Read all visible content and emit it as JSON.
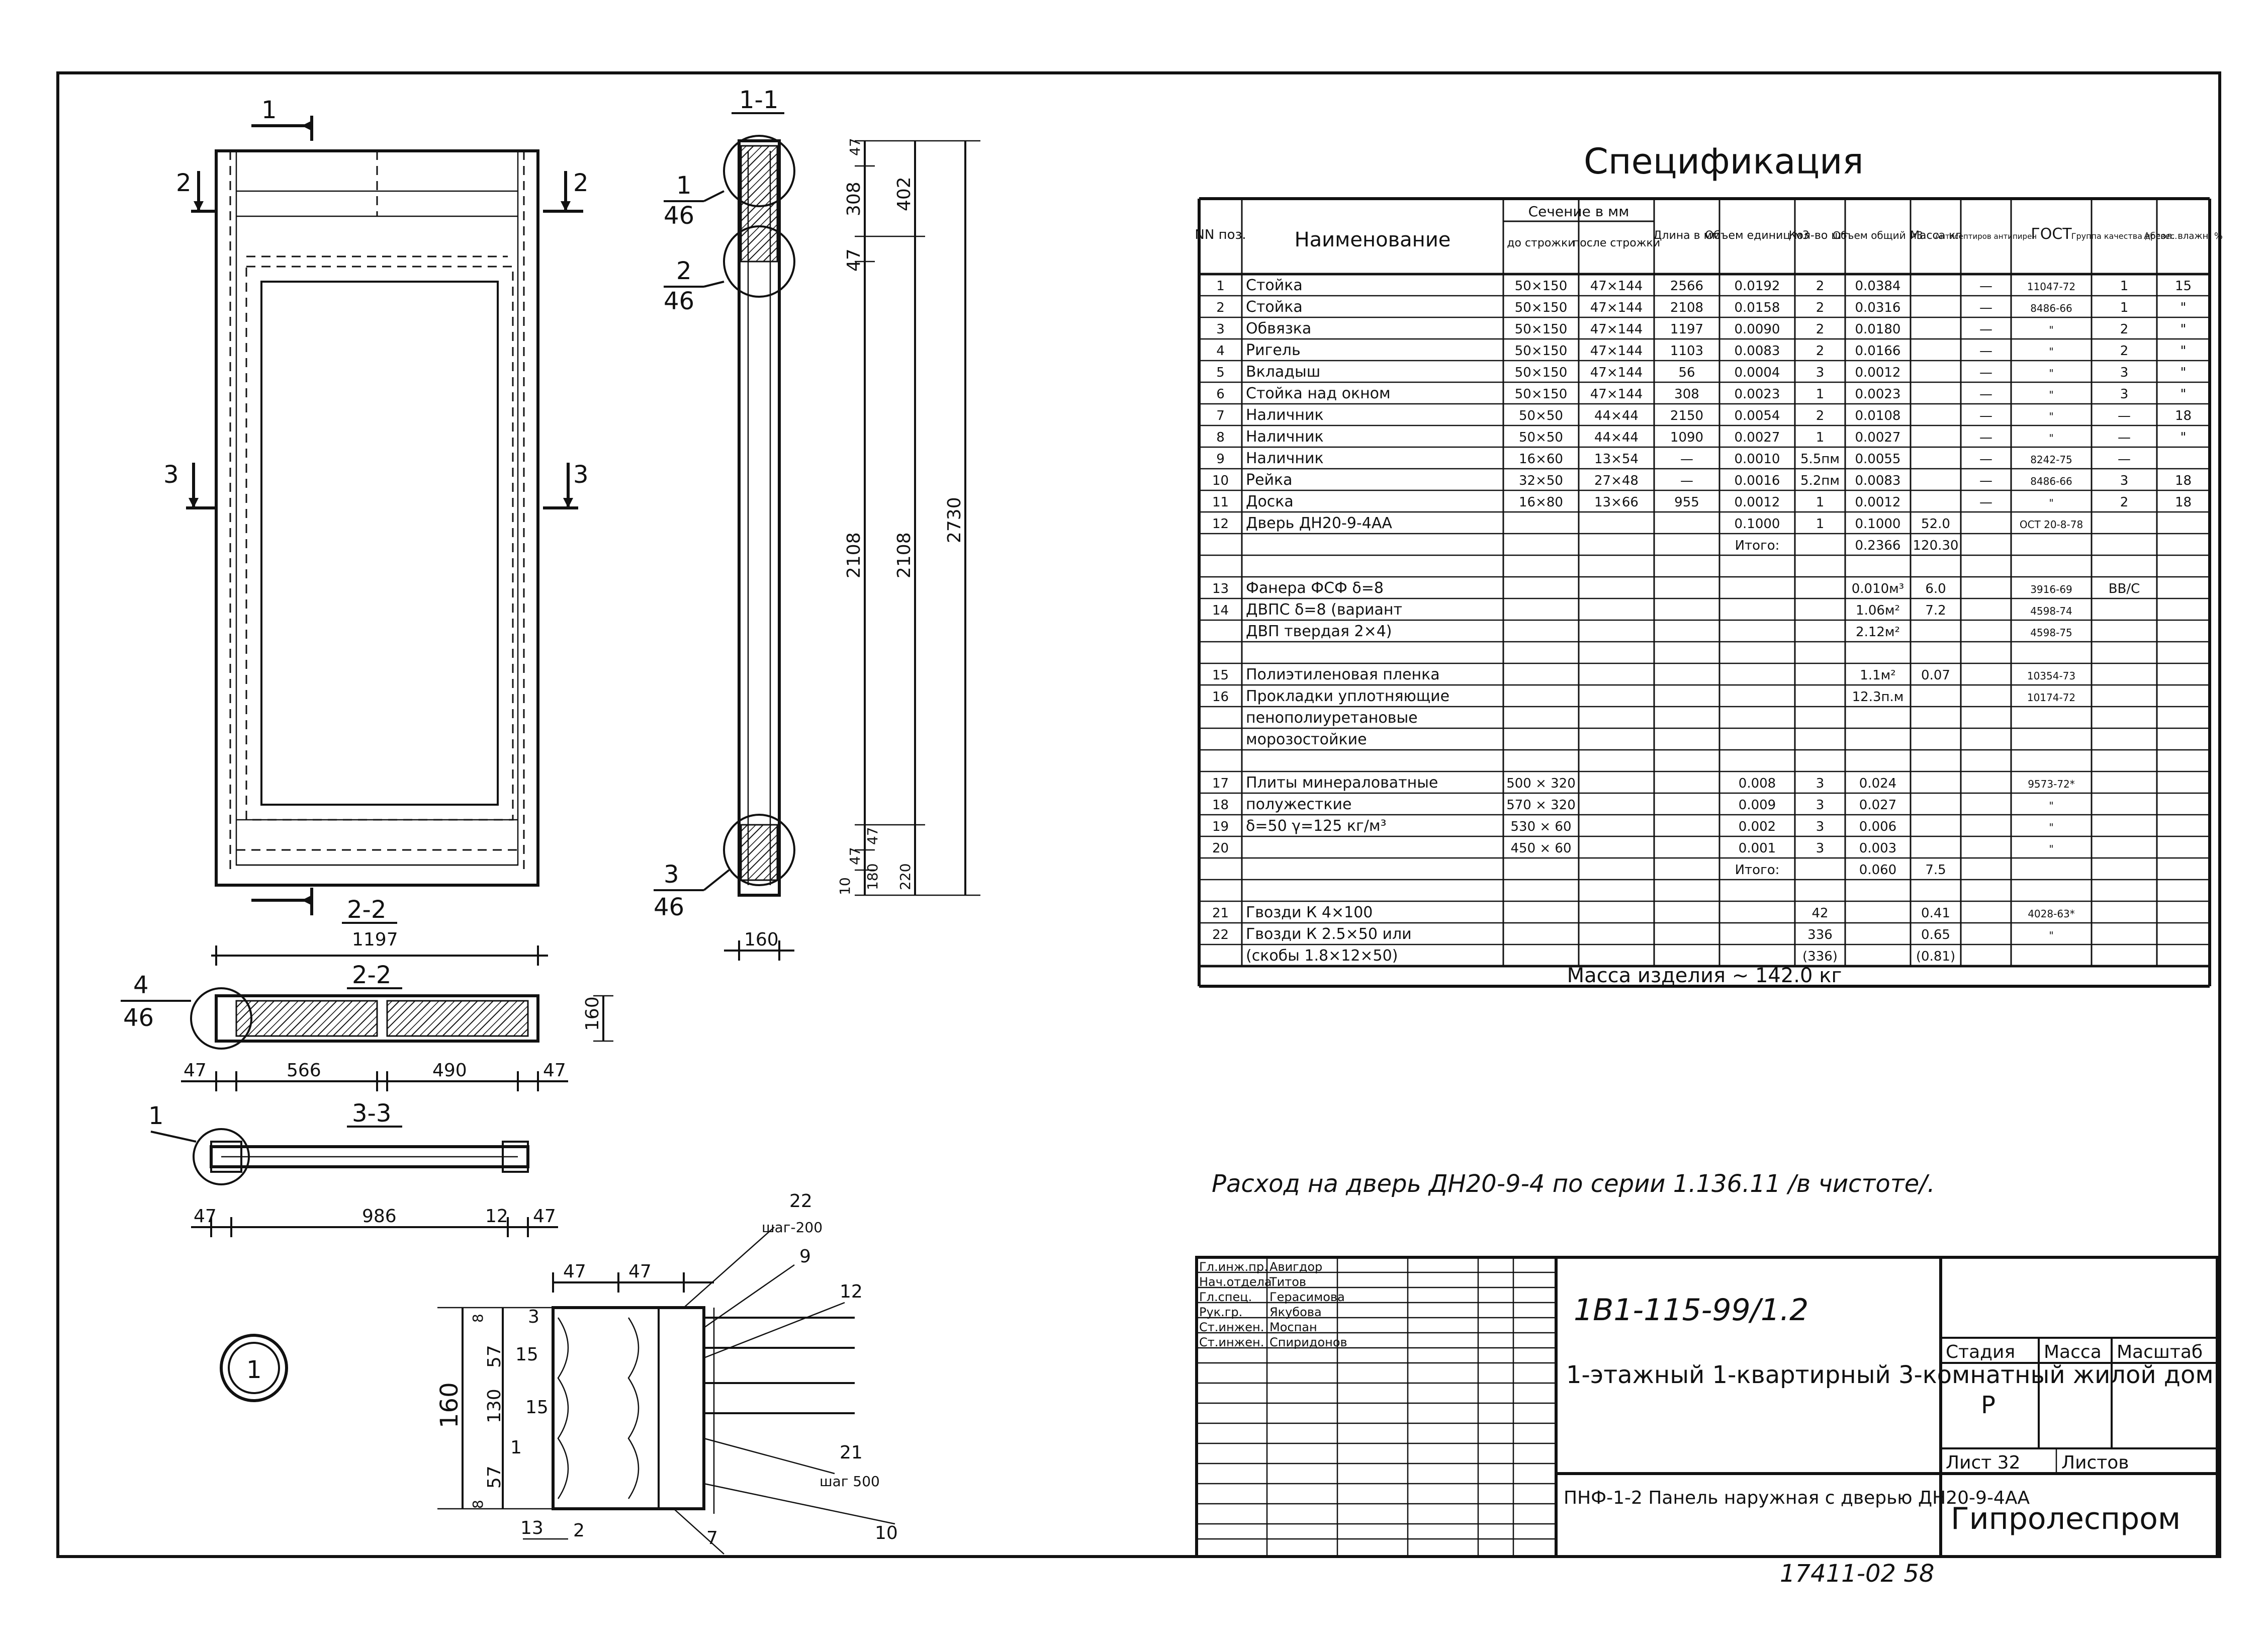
{
  "drawing": {
    "elevation": {
      "section_markers": [
        {
          "num": "1",
          "label": "section-marker-1-top"
        },
        {
          "num": "2",
          "label": "section-marker-2-left"
        },
        {
          "num": "2",
          "label": "section-marker-2-right"
        },
        {
          "num": "3",
          "label": "section-marker-3-left"
        },
        {
          "num": "3",
          "label": "section-marker-3-right"
        }
      ]
    },
    "section_1_1": {
      "title": "1-1",
      "callouts": [
        {
          "num": "1",
          "sheet": "46"
        },
        {
          "num": "2",
          "sheet": "46"
        },
        {
          "num": "3",
          "sheet": "46"
        }
      ],
      "dims": [
        "47",
        "308",
        "47",
        "402",
        "2108",
        "2108",
        "2730",
        "47",
        "47",
        "10",
        "220",
        "180",
        "160"
      ]
    },
    "section_2_2": {
      "title": "2-2",
      "title2": "2-2",
      "callout": {
        "num": "4",
        "sheet": "46"
      },
      "dims": [
        "1197",
        "47",
        "566",
        "490",
        "47",
        "160"
      ]
    },
    "section_3_3": {
      "title": "3-3",
      "callout": {
        "num": "1"
      },
      "dims": [
        "47",
        "986",
        "12",
        "47"
      ]
    },
    "detail": {
      "number": "1",
      "labels": [
        "22",
        "шаг-200",
        "9",
        "12",
        "3",
        "15",
        "15",
        "1",
        "13",
        "2",
        "7",
        "10",
        "21",
        "шаг 500"
      ],
      "dims": [
        "47",
        "47",
        "8",
        "57",
        "130",
        "57",
        "8",
        "160"
      ]
    }
  },
  "specification": {
    "title": "Спецификация",
    "headers": {
      "num": "NN поз.",
      "name": "Наименование",
      "section": "Сечение в мм",
      "before": "до строжки",
      "after": "после строжки",
      "length": "Длина в мм",
      "vol_unit": "Объем единиц м3",
      "qty": "Кол-во шт.",
      "vol_total": "Объем общий м3",
      "mass": "Масса кг",
      "antisep": "Антисептиров антипирен",
      "gost": "ГОСТ",
      "quality": "Группа качества древес.",
      "moisture": "Абсол. влажн. %"
    },
    "rows": [
      [
        "1",
        "Стойка",
        "50×150",
        "47×144",
        "2566",
        "0.0192",
        "2",
        "0.0384",
        "",
        "—",
        "11047-72",
        "1",
        "15"
      ],
      [
        "2",
        "Стойка",
        "50×150",
        "47×144",
        "2108",
        "0.0158",
        "2",
        "0.0316",
        "",
        "—",
        "8486-66",
        "1",
        "\""
      ],
      [
        "3",
        "Обвязка",
        "50×150",
        "47×144",
        "1197",
        "0.0090",
        "2",
        "0.0180",
        "",
        "—",
        "\"",
        "2",
        "\""
      ],
      [
        "4",
        "Ригель",
        "50×150",
        "47×144",
        "1103",
        "0.0083",
        "2",
        "0.0166",
        "",
        "—",
        "\"",
        "2",
        "\""
      ],
      [
        "5",
        "Вкладыш",
        "50×150",
        "47×144",
        "56",
        "0.0004",
        "3",
        "0.0012",
        "",
        "—",
        "\"",
        "3",
        "\""
      ],
      [
        "6",
        "Стойка над окном",
        "50×150",
        "47×144",
        "308",
        "0.0023",
        "1",
        "0.0023",
        "",
        "—",
        "\"",
        "3",
        "\""
      ],
      [
        "7",
        "Наличник",
        "50×50",
        "44×44",
        "2150",
        "0.0054",
        "2",
        "0.0108",
        "",
        "—",
        "\"",
        "—",
        "18"
      ],
      [
        "8",
        "Наличник",
        "50×50",
        "44×44",
        "1090",
        "0.0027",
        "1",
        "0.0027",
        "",
        "—",
        "\"",
        "—",
        "\""
      ],
      [
        "9",
        "Наличник",
        "16×60",
        "13×54",
        "—",
        "0.0010",
        "5.5пм",
        "0.0055",
        "",
        "—",
        "8242-75",
        "—",
        ""
      ],
      [
        "10",
        "Рейка",
        "32×50",
        "27×48",
        "—",
        "0.0016",
        "5.2пм",
        "0.0083",
        "",
        "—",
        "8486-66",
        "3",
        "18"
      ],
      [
        "11",
        "Доска",
        "16×80",
        "13×66",
        "955",
        "0.0012",
        "1",
        "0.0012",
        "",
        "—",
        "\"",
        "2",
        "18"
      ],
      [
        "12",
        "Дверь ДН20-9-4АА",
        "",
        "",
        "",
        "0.1000",
        "1",
        "0.1000",
        "52.0",
        "",
        "ОСТ 20-8-78",
        "",
        ""
      ],
      [
        "",
        "",
        "",
        "",
        "",
        "Итого:",
        "",
        "0.2366",
        "120.30",
        "",
        "",
        "",
        ""
      ],
      [
        "",
        "",
        "",
        "",
        "",
        "",
        "",
        "",
        "",
        "",
        "",
        "",
        ""
      ],
      [
        "13",
        "Фанера ФСФ δ=8",
        "",
        "",
        "",
        "",
        "",
        "0.010м³",
        "6.0",
        "",
        "3916-69",
        "ВВ/С",
        ""
      ],
      [
        "14",
        "ДВПС δ=8 (вариант",
        "",
        "",
        "",
        "",
        "",
        "1.06м²",
        "7.2",
        "",
        "4598-74",
        "",
        ""
      ],
      [
        "",
        "ДВП твердая 2×4)",
        "",
        "",
        "",
        "",
        "",
        "2.12м²",
        "",
        "",
        "4598-75",
        "",
        ""
      ],
      [
        "",
        "",
        "",
        "",
        "",
        "",
        "",
        "",
        "",
        "",
        "",
        "",
        ""
      ],
      [
        "15",
        "Полиэтиленовая пленка",
        "",
        "",
        "",
        "",
        "",
        "1.1м²",
        "0.07",
        "",
        "10354-73",
        "",
        ""
      ],
      [
        "16",
        "Прокладки уплотняющие",
        "",
        "",
        "",
        "",
        "",
        "12.3п.м",
        "",
        "",
        "10174-72",
        "",
        ""
      ],
      [
        "",
        "пенополиуретановые",
        "",
        "",
        "",
        "",
        "",
        "",
        "",
        "",
        "",
        "",
        ""
      ],
      [
        "",
        "морозостойкие",
        "",
        "",
        "",
        "",
        "",
        "",
        "",
        "",
        "",
        "",
        ""
      ],
      [
        "",
        "",
        "",
        "",
        "",
        "",
        "",
        "",
        "",
        "",
        "",
        "",
        ""
      ],
      [
        "17",
        "Плиты минераловатные",
        "500 × 320",
        "",
        "",
        "0.008",
        "3",
        "0.024",
        "",
        "",
        "9573-72*",
        "",
        ""
      ],
      [
        "18",
        "полужесткие",
        "570 × 320",
        "",
        "",
        "0.009",
        "3",
        "0.027",
        "",
        "",
        "\"",
        "",
        ""
      ],
      [
        "19",
        "δ=50   γ=125 кг/м³",
        "530 × 60",
        "",
        "",
        "0.002",
        "3",
        "0.006",
        "",
        "",
        "\"",
        "",
        ""
      ],
      [
        "20",
        "",
        "450 × 60",
        "",
        "",
        "0.001",
        "3",
        "0.003",
        "",
        "",
        "\"",
        "",
        ""
      ],
      [
        "",
        "",
        "",
        "",
        "",
        "Итого:",
        "",
        "0.060",
        "7.5",
        "",
        "",
        "",
        ""
      ],
      [
        "",
        "",
        "",
        "",
        "",
        "",
        "",
        "",
        "",
        "",
        "",
        "",
        ""
      ],
      [
        "21",
        "Гвозди К 4×100",
        "",
        "",
        "",
        "",
        "42",
        "",
        "0.41",
        "",
        "4028-63*",
        "",
        ""
      ],
      [
        "22",
        "Гвозди К 2.5×50 или",
        "",
        "",
        "",
        "",
        "336",
        "",
        "0.65",
        "",
        "\"",
        "",
        ""
      ],
      [
        "",
        "(скобы 1.8×12×50)",
        "",
        "",
        "",
        "",
        "(336)",
        "",
        "(0.81)",
        "",
        "",
        "",
        ""
      ]
    ],
    "total_mass": "Масса изделия ~ 142.0 кг",
    "note": "Расход на дверь  ДН20-9-4 по серии 1.136.11 /в чистоте/."
  },
  "title_block": {
    "signers": [
      {
        "role": "Гл.инж.пр.",
        "name": "Авигдор"
      },
      {
        "role": "Нач.отдела",
        "name": "Титов"
      },
      {
        "role": "Гл.спец.",
        "name": "Герасимова"
      },
      {
        "role": "Рук.гр.",
        "name": "Якубова"
      },
      {
        "role": "Ст.инжен.",
        "name": "Моспан"
      },
      {
        "role": "Ст.инжен.",
        "name": "Спиридонов"
      }
    ],
    "code": "1В1-115-99/1.2",
    "project": "1-этажный 1-квартирный 3-комнатный жилой дом",
    "sheet_title": "ПНФ-1-2 Панель наружная с дверью ДН20-9-4АА",
    "stage_label": "Стадия",
    "mass_label": "Масса",
    "scale_label": "Масштаб",
    "stage": "Р",
    "sheet_label": "Лист 32",
    "sheets_label": "Листов",
    "org": "Гипролеспром",
    "archive": "17411-02   58"
  }
}
